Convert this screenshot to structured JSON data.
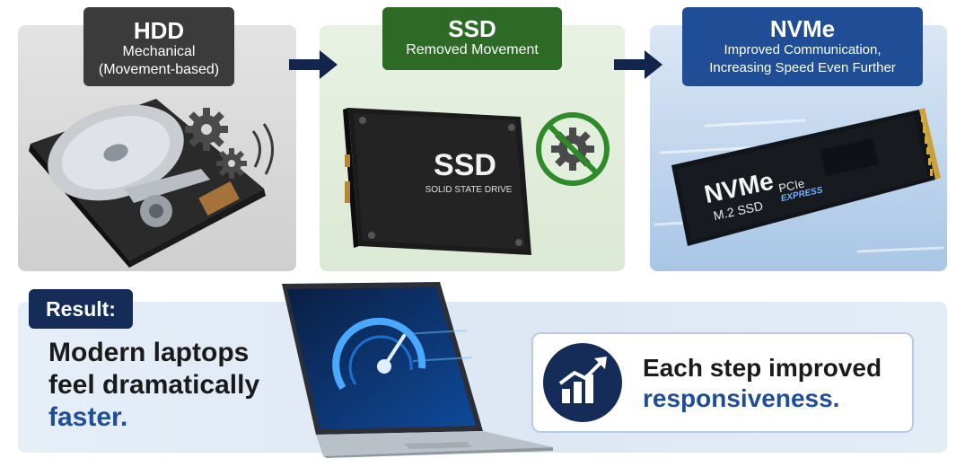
{
  "hdd": {
    "title": "HDD",
    "subtitle_line1": "Mechanical",
    "subtitle_line2": "(Movement-based)"
  },
  "ssd": {
    "title": "SSD",
    "subtitle": "Removed Movement",
    "drive_label": "SSD",
    "drive_sublabel": "SOLID STATE DRIVE"
  },
  "nvme": {
    "title": "NVMe",
    "subtitle_line1": "Improved Communication,",
    "subtitle_line2": "Increasing Speed Even Further",
    "drive_label": "NVMe",
    "drive_sublabel": "M.2 SSD",
    "pcie_line1": "PCIe",
    "pcie_line2": "EXPRESS"
  },
  "result": {
    "label": "Result:",
    "line1": "Modern laptops",
    "line2": "feel dramatically",
    "line3": "faster."
  },
  "callout": {
    "line1": "Each step improved",
    "line2": "responsiveness."
  },
  "colors": {
    "hdd": "#3b3b3b",
    "ssd": "#2c6a25",
    "nvme": "#1f4d96",
    "result": "#142c57",
    "accent": "#1f4d96"
  }
}
